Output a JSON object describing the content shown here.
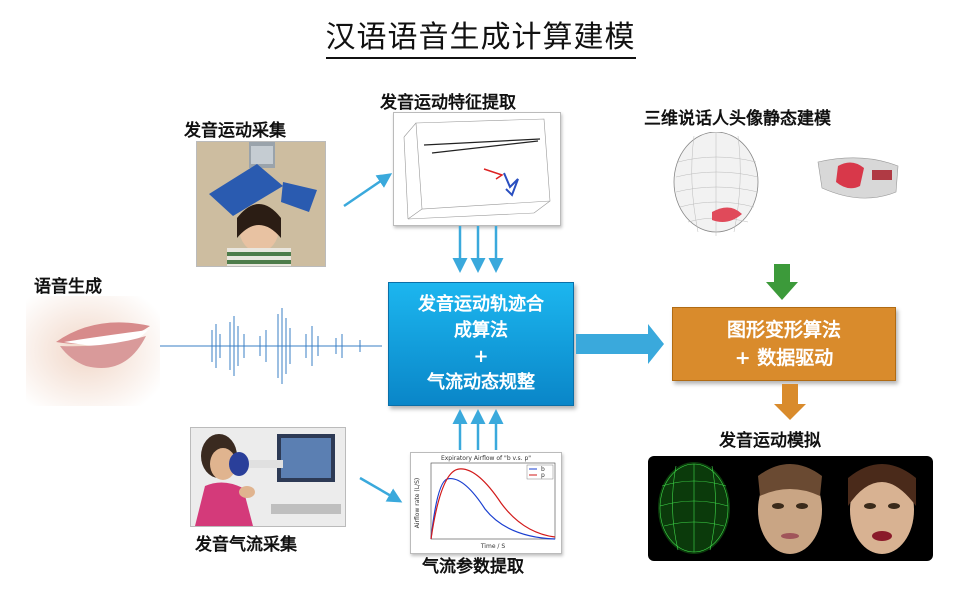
{
  "title": "汉语语音生成计算建模",
  "labels": {
    "speech_generation": "语音生成",
    "motion_capture": "发音运动采集",
    "feature_extraction": "发音运动特征提取",
    "head_model": "三维说话人头像静态建模",
    "airflow_capture": "发音气流采集",
    "airflow_params": "气流参数提取",
    "simulation": "发音运动模拟"
  },
  "center_box": {
    "line1": "发音运动轨迹合",
    "line2": "成算法",
    "line3": "+",
    "line4": "气流动态规整"
  },
  "orange_box": {
    "line1": "图形变形算法",
    "line2": "+ 数据驱动"
  },
  "airflow_chart": {
    "title": "Expiratory Airflow of \"b v.s. p\"",
    "xlabel": "Time / S",
    "ylabel": "Airflow rate (L/S)",
    "legend": [
      "b",
      "p"
    ]
  },
  "colors": {
    "arrow_blue": "#3aa9dc",
    "box_blue": "#0a9ad8",
    "box_orange": "#d98b2c",
    "arrow_green": "#3c9a3a",
    "arrow_orange": "#d98b2c"
  }
}
